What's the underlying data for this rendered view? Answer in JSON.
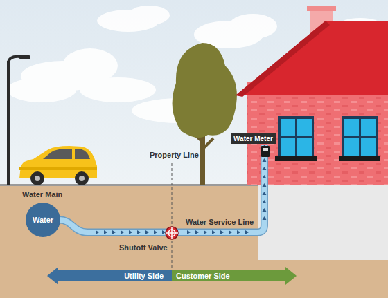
{
  "diagram": {
    "nodes": [
      {
        "text": [
          "Water Main",
          "Water"
        ]
      },
      {
        "text": [
          "Water Meter"
        ]
      },
      {
        "text": [
          "Utility Side"
        ]
      },
      {
        "text": [
          "Customer Side"
        ]
      }
    ],
    "edges": [
      {
        "from": 0,
        "to": 1,
        "arrow": "to",
        "label": "Water Service Line"
      }
    ],
    "labels": [
      "Property Line",
      "Shutoff Valve"
    ]
  }
}
